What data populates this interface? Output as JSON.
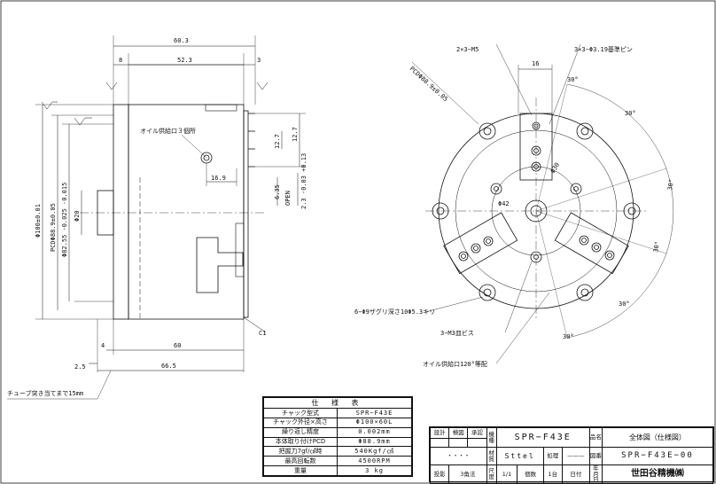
{
  "dims": {
    "overall_width": "60.3",
    "left_flange": "8",
    "body_width": "52.3",
    "right_offset": "3",
    "oil_port_label": "オイル供給口３個所",
    "oil_port_offset": "16.9",
    "jaw_dim_1": "12.7",
    "jaw_dim_2": "12.7",
    "jaw_dim_3": "6.35",
    "open_label": "OPEN",
    "open_tol": "2.3 -0.03 +0.13",
    "dia_outer": "Φ100±0.01",
    "pcd_left": "PCDΦ88.9±0.05",
    "dia_82": "Φ82.55 -0.025 -0.015",
    "dia_20": "Φ20",
    "chamfer": "C1",
    "bottom_4": "4",
    "bottom_60": "60",
    "bottom_25": "2.5",
    "bottom_665": "66.5",
    "tube_note": "チューブ突き当てまで15mm"
  },
  "front": {
    "m5": "2×3−M5",
    "pin": "3×3−Φ3.19基準ピン",
    "pcd": "PCDΦ88.9±0.05",
    "w16": "16",
    "a30_1": "30°",
    "a30_2": "30°",
    "a30_3": "30°",
    "a30_4": "30°",
    "a30_5": "30°",
    "a30_6": "30°",
    "phi30": "Φ30",
    "phi42": "Φ42",
    "counterbore": "6−Φ9ザグリ深さ10Φ5.3キリ",
    "m3": "3−M3皿ビス",
    "oil120": "オイル供給口120°等配"
  },
  "spec": {
    "title": "仕 様 表",
    "rows": [
      {
        "k": "チャック型式",
        "v": "SPR−F43E"
      },
      {
        "k": "チャック外径×高さ",
        "v": "Φ100×60L"
      },
      {
        "k": "繰り返し精度",
        "v": "0.002mm"
      },
      {
        "k": "本体取り付けPCD",
        "v": "Φ88.9mm"
      },
      {
        "k": "把握力7gf/㎠時",
        "v": "540Kgf/㎠"
      },
      {
        "k": "最高回転数",
        "v": "4500RPM"
      },
      {
        "k": "重量",
        "v": "3 kg"
      }
    ]
  },
  "titleblock": {
    "design": "設計",
    "check": "検図",
    "approve": "承認",
    "model_label": "機種",
    "model": "SPR−F43E",
    "name_label": "品名",
    "name": "全体図（仕様図）",
    "material_label": "材質",
    "material": "Sttel",
    "treatment_label": "処理",
    "treatment": "———",
    "drawing_no_label": "図番",
    "drawing_no": "SPR−F43E−00",
    "projection_label": "投影",
    "projection": "3角法",
    "scale_label": "尺度",
    "scale": "1/1",
    "qty_label": "個数",
    "qty": "1台",
    "date_label": "日付",
    "date": "年　月　日",
    "dots": "・・・・",
    "company": "世田谷精機㈱"
  }
}
